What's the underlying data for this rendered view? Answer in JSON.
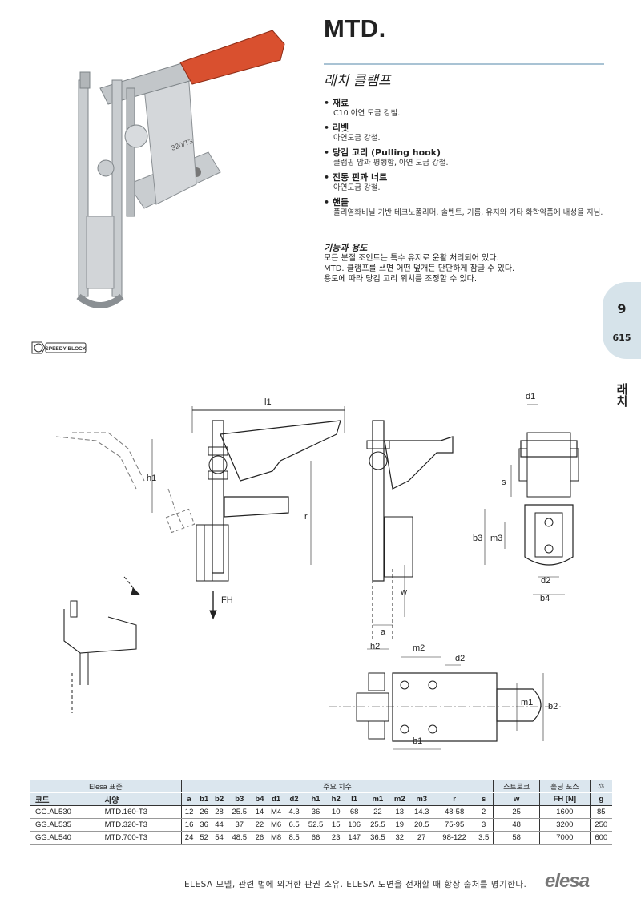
{
  "product_code": "MTD.",
  "subtitle": "래치 클램프",
  "specs": [
    {
      "heading": "재료",
      "text": "C10 아연 도금 강철."
    },
    {
      "heading": "리벳",
      "text": "아연도금 강철."
    },
    {
      "heading": "당김 고리 (Pulling hook)",
      "text": "클램핑 암과 평행함, 아연 도금 강철."
    },
    {
      "heading": "진동 핀과 너트",
      "text": "아연도금 강철."
    },
    {
      "heading": "핸들",
      "text": "폴리염화비닐 기반 테크노폴리머. 솔벤트, 기름, 유지와 기타 화학약품에 내성을 지님."
    }
  ],
  "function_use": {
    "heading": "기능과 용도",
    "lines": [
      "모든 분절 조인트는 특수 유지로 윤활 처리되어 있다.",
      "MTD. 클램프를 쓰면 어떤 덮개든 단단하게 잠글 수 있다.",
      "용도에 따라 당김 고리 위치를 조정할 수 있다."
    ]
  },
  "side_tab": {
    "chapter": "9",
    "page": "615",
    "label": "래치"
  },
  "brand_badge": "SPEEDY BLOCK",
  "product_stamp": "320/T3",
  "drawing_labels": {
    "l1": "l1",
    "h1": "h1",
    "r": "r",
    "FH": "FH",
    "w": "w",
    "a": "a",
    "h2": "h2",
    "d1": "d1",
    "s": "s",
    "b3": "b3",
    "m3": "m3",
    "d2": "d2",
    "b4": "b4",
    "m2": "m2",
    "b1": "b1",
    "m1": "m1",
    "b2": "b2"
  },
  "table": {
    "group_headers": {
      "standard": "Elesa 표준",
      "main_dims": "주요 치수",
      "stroke": "스트로크",
      "holding": "홀딩 포스",
      "weight_unit": "g"
    },
    "columns": [
      "코드",
      "사양",
      "a",
      "b1",
      "b2",
      "b3",
      "b4",
      "d1",
      "d2",
      "h1",
      "h2",
      "l1",
      "m1",
      "m2",
      "m3",
      "r",
      "s",
      "w",
      "FH [N]",
      "g"
    ],
    "rows": [
      [
        "GG.AL530",
        "MTD.160-T3",
        "12",
        "26",
        "28",
        "25.5",
        "14",
        "M4",
        "4.3",
        "36",
        "10",
        "68",
        "22",
        "13",
        "14.3",
        "48-58",
        "2",
        "25",
        "1600",
        "85"
      ],
      [
        "GG.AL535",
        "MTD.320-T3",
        "16",
        "36",
        "44",
        "37",
        "22",
        "M6",
        "6.5",
        "52.5",
        "15",
        "106",
        "25.5",
        "19",
        "20.5",
        "75-95",
        "3",
        "48",
        "3200",
        "250"
      ],
      [
        "GG.AL540",
        "MTD.700-T3",
        "24",
        "52",
        "54",
        "48.5",
        "26",
        "M8",
        "8.5",
        "66",
        "23",
        "147",
        "36.5",
        "32",
        "27",
        "98-122",
        "3.5",
        "58",
        "7000",
        "600"
      ]
    ]
  },
  "footer_note": "ELESA 모델, 관련 법에 의거한 판권 소유. ELESA 도면을 전재할 때 항상 출처를 명기한다.",
  "logo_text": "elesa",
  "colors": {
    "handle": "#d9502f",
    "metal": "#bfc3c6",
    "accent_blue": "#dbe6ee",
    "rule": "#a9c3d4"
  }
}
